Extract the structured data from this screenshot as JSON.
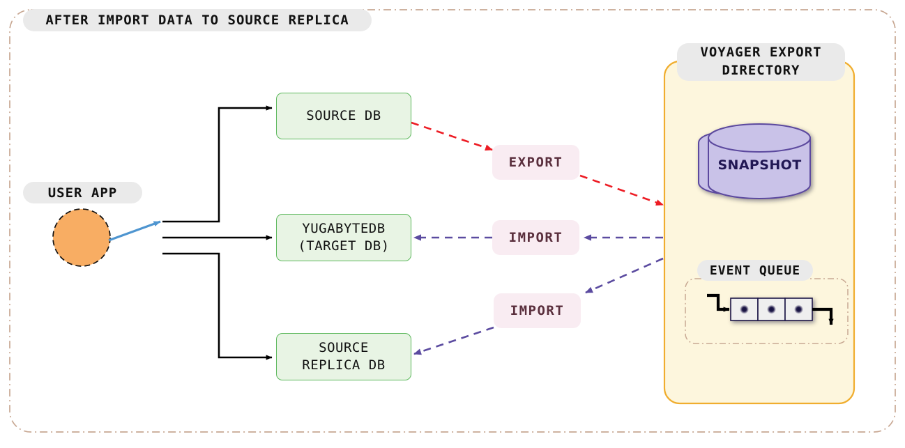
{
  "diagram": {
    "title": "AFTER IMPORT DATA TO SOURCE REPLICA",
    "colors": {
      "outer_border": "#c8a893",
      "chip_background": "#eaeaea",
      "db_box_fill": "#e8f4e4",
      "db_box_border": "#5cb85c",
      "voyager_fill": "#fdf6dd",
      "voyager_border": "#f0ad2e",
      "op_chip_fill": "#f9ecf2",
      "op_chip_text": "#5a2f3d",
      "export_arrow": "#ed1c24",
      "import_arrow": "#5b4ba0",
      "user_app_fill": "#f8ad63",
      "user_arrow": "#4e95d0",
      "snapshot_fill": "#c9c2e8",
      "snapshot_border": "#5b4a9e",
      "queue_dot": "#1b1446"
    },
    "user_app": {
      "label": "USER APP",
      "shape": "circle"
    },
    "databases": [
      {
        "id": "source-db",
        "label": "SOURCE DB"
      },
      {
        "id": "yugabytedb-target",
        "label": "YUGABYTEDB\n(TARGET DB)"
      },
      {
        "id": "source-replica-db",
        "label": "SOURCE\nREPLICA DB"
      }
    ],
    "operations": [
      {
        "id": "export",
        "label": "EXPORT",
        "direction": "source-db-to-voyager"
      },
      {
        "id": "import-target",
        "label": "IMPORT",
        "direction": "voyager-to-yugabytedb"
      },
      {
        "id": "import-replica",
        "label": "IMPORT",
        "direction": "voyager-to-source-replica"
      }
    ],
    "voyager": {
      "title": "VOYAGER EXPORT\nDIRECTORY",
      "snapshot_label": "SNAPSHOT",
      "event_queue_label": "EVENT QUEUE",
      "event_queue_slots": 3
    }
  }
}
